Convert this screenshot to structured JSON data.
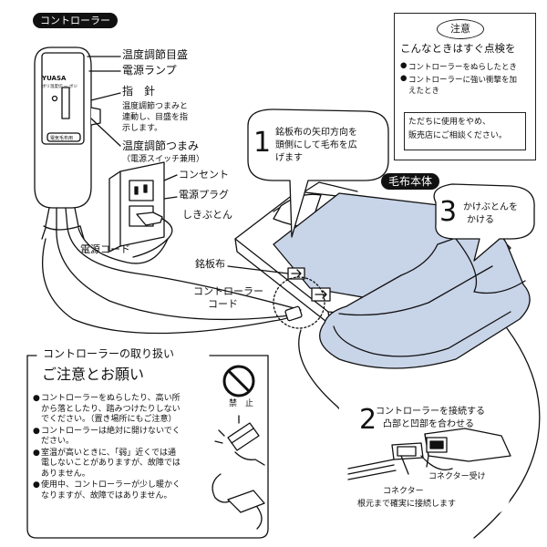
{
  "controller_section": {
    "tag": "コントローラー",
    "device_brand": "YUASA",
    "device_line1": "ボリ温度切 一 ボジ",
    "device_bottom": "電気毛布用",
    "labels": {
      "dial_scale": "温度調節目盛",
      "power_lamp": "電源ランプ",
      "needle": "指　針",
      "needle_desc": [
        "温度調節つまみと",
        "連動し、目盛を指",
        "示します。"
      ],
      "knob": "温度調節つまみ",
      "knob_sub": "（電源スイッチ兼用）",
      "outlet": "コンセント",
      "power_plug": "電源プラグ",
      "power_cord": "電源コード"
    }
  },
  "notice": {
    "badge": "注意",
    "title": "こんなときはすぐ点検を",
    "items": [
      "コントローラーをぬらしたとき",
      "コントローラーに強い衝撃を加\nえたとき"
    ],
    "action": [
      "ただちに使用をやめ、",
      "販売店にご相談ください。"
    ]
  },
  "steps": {
    "step1": {
      "number": "1",
      "text": [
        "銘板布の矢印方向を",
        "頭側にして毛布を広",
        "げます"
      ]
    },
    "step2": {
      "number": "2",
      "text": [
        "コントローラーを接続する",
        "凸部と凹部を合わせる"
      ]
    },
    "step3": {
      "number": "3",
      "text": [
        "かけぶとんを",
        "かける"
      ]
    }
  },
  "diagram_labels": {
    "blanket_body": "毛布本体",
    "shikibuton": "しきぶとん",
    "nameplate": "銘板布",
    "controller_cord": [
      "コントローラー",
      "コード"
    ],
    "connector_receiver": "コネクター受け",
    "connector": "コネクター",
    "connector_desc": "根元まで確実に接続します"
  },
  "caution": {
    "section_title": "コントローラーの取り扱い",
    "title": "ご注意とお願い",
    "prohibit_label": "禁　止",
    "items": [
      "コントローラーをぬらしたり、高い所\nから落としたり、踏みつけたりしない\nでください。（置き場所にもご注意）",
      "コントローラーは絶対に開けないでく\nださい。",
      "室温が高いときに、「弱」近くでは通\n電しないことがありますが、故障では\nありません。",
      "使用中、コントローラーが少し暖かく\nなりますが、故障ではありません。"
    ]
  },
  "colors": {
    "ink": "#111111",
    "blanket_fill": "#c8d4e8",
    "paper": "#ffffff"
  },
  "icons": [
    "prohibition-icon",
    "down-arrow-icon",
    "bullet-dot-icon"
  ]
}
